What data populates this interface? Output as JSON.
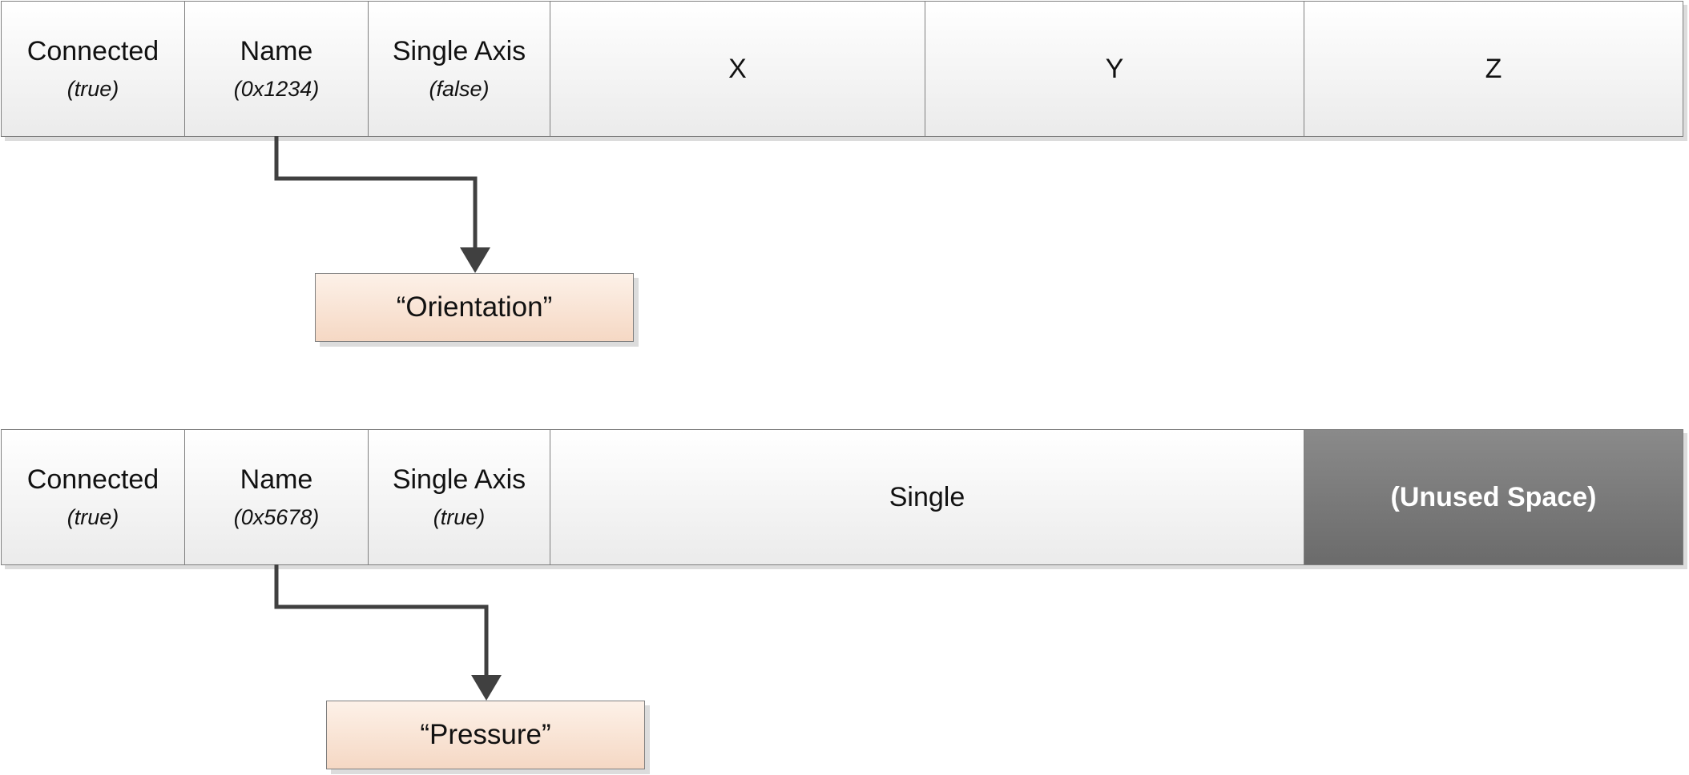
{
  "diagram": {
    "records": [
      {
        "fields": [
          {
            "label": "Connected",
            "value": "(true)"
          },
          {
            "label": "Name",
            "value": "(0x1234)"
          },
          {
            "label": "Single Axis",
            "value": "(false)"
          },
          {
            "label": "X"
          },
          {
            "label": "Y"
          },
          {
            "label": "Z"
          }
        ],
        "name_target": "“Orientation”"
      },
      {
        "fields": [
          {
            "label": "Connected",
            "value": "(true)"
          },
          {
            "label": "Name",
            "value": "(0x5678)"
          },
          {
            "label": "Single Axis",
            "value": "(true)"
          },
          {
            "label": "Single"
          },
          {
            "label": "(Unused Space)"
          }
        ],
        "name_target": "“Pressure”"
      }
    ],
    "colors": {
      "cell_fill": "#f2f2f2",
      "unused_fill": "#7a7a7a",
      "note_fill": "#f8e0d0",
      "arrow": "#404040"
    }
  }
}
